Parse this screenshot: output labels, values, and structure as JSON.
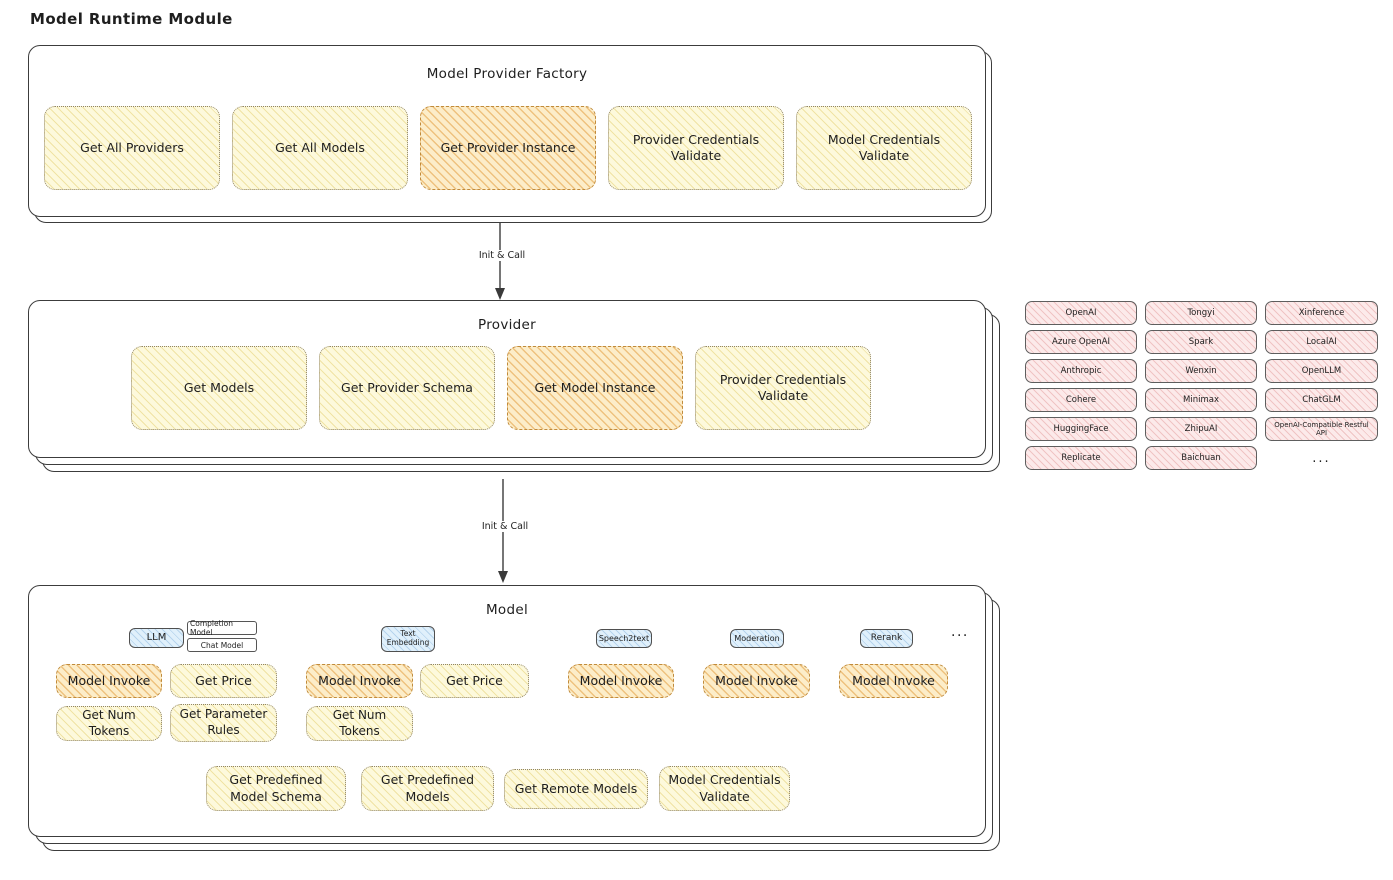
{
  "page": {
    "title": "Model Runtime Module"
  },
  "arrows": {
    "init_call_1": "Init & Call",
    "init_call_2": "Init & Call"
  },
  "factory": {
    "title": "Model Provider Factory",
    "items": [
      {
        "label": "Get All Providers"
      },
      {
        "label": "Get All Models"
      },
      {
        "label": "Get Provider Instance"
      },
      {
        "label": "Provider Credentials Validate"
      },
      {
        "label": "Model Credentials Validate"
      }
    ]
  },
  "provider": {
    "title": "Provider",
    "items": [
      {
        "label": "Get Models"
      },
      {
        "label": "Get Provider Schema"
      },
      {
        "label": "Get Model Instance"
      },
      {
        "label": "Provider Credentials Validate"
      }
    ]
  },
  "provider_list": {
    "rows": [
      [
        "OpenAI",
        "Tongyi",
        "Xinference"
      ],
      [
        "Azure OpenAI",
        "Spark",
        "LocalAI"
      ],
      [
        "Anthropic",
        "Wenxin",
        "OpenLLM"
      ],
      [
        "Cohere",
        "Minimax",
        "ChatGLM"
      ],
      [
        "HuggingFace",
        "ZhipuAI",
        "OpenAI-Compatible Restful API"
      ],
      [
        "Replicate",
        "Baichuan"
      ]
    ],
    "more": "..."
  },
  "model": {
    "title": "Model",
    "types": {
      "llm": "LLM",
      "completion_model": "Completion Model",
      "chat_model": "Chat Model",
      "text_embedding": "Text Embedding",
      "speech2text": "Speech2text",
      "moderation": "Moderation",
      "rerank": "Rerank",
      "more": "..."
    },
    "ops": {
      "model_invoke": "Model Invoke",
      "get_price": "Get Price",
      "get_num_tokens": "Get Num Tokens",
      "get_parameter_rules": "Get Parameter Rules"
    },
    "shared_ops": [
      {
        "label": "Get Predefined Model Schema"
      },
      {
        "label": "Get Predefined Models"
      },
      {
        "label": "Get Remote Models"
      },
      {
        "label": "Model Credentials Validate"
      }
    ]
  }
}
